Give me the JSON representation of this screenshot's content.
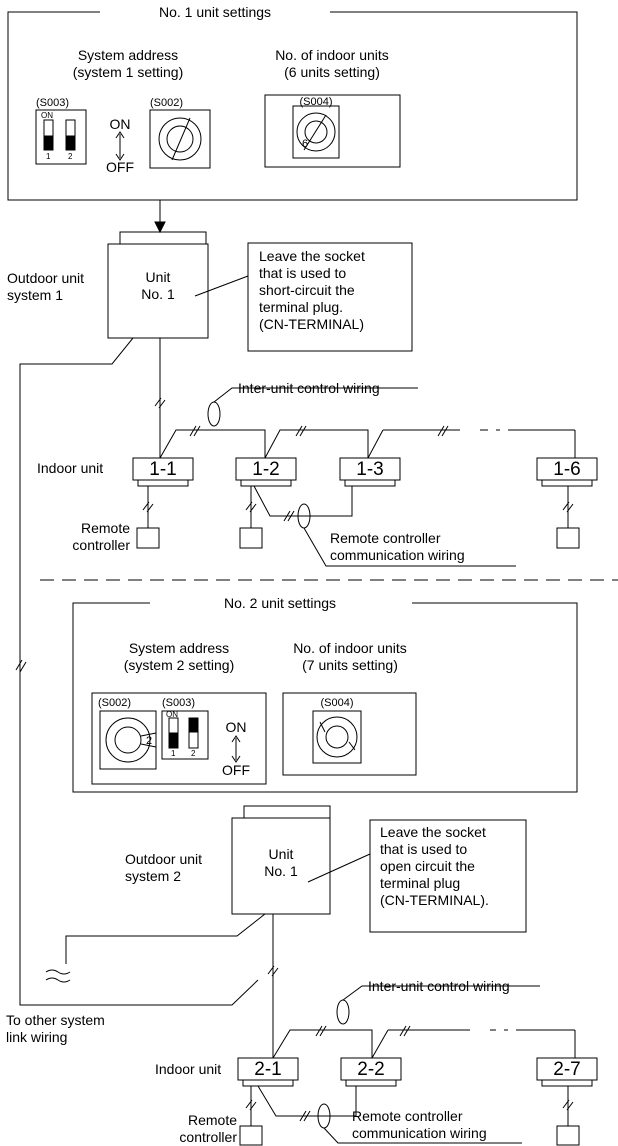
{
  "no1_settings": {
    "title": "No. 1 unit settings",
    "system_address": [
      "System address",
      "(system 1 setting)"
    ],
    "s003": "(S003)",
    "s002": "(S002)",
    "on": "ON",
    "off": "OFF",
    "sw_on": "ON",
    "sw_1": "1",
    "sw_2": "2",
    "indoor_count": [
      "No. of indoor units",
      "(6 units setting)"
    ],
    "s004": "(S004)",
    "dial_digit": "6"
  },
  "outdoor1": {
    "label": [
      "Outdoor unit",
      "system 1"
    ],
    "unit": [
      "Unit",
      "No. 1"
    ],
    "note": [
      "Leave the socket",
      "that is used to",
      "short-circuit the",
      "terminal plug.",
      "(CN-TERMINAL)"
    ]
  },
  "system1": {
    "inter_unit": "Inter-unit control wiring",
    "indoor_unit": "Indoor unit",
    "units": [
      "1-1",
      "1-2",
      "1-3",
      "1-6"
    ],
    "remote": [
      "Remote",
      "controller"
    ],
    "remote_comm": [
      "Remote controller",
      "communication wiring"
    ]
  },
  "no2_settings": {
    "title": "No. 2 unit settings",
    "system_address": [
      "System address",
      "(system 2 setting)"
    ],
    "s002": "(S002)",
    "s003": "(S003)",
    "on": "ON",
    "off": "OFF",
    "sw_on": "ON",
    "sw_1": "1",
    "sw_2": "2",
    "indoor_count": [
      "No. of indoor units",
      "(7 units setting)"
    ],
    "s004": "(S004)",
    "dial_digit": "2"
  },
  "outdoor2": {
    "label": [
      "Outdoor unit",
      "system 2"
    ],
    "unit": [
      "Unit",
      "No. 1"
    ],
    "note": [
      "Leave the socket",
      "that is used to",
      "open circuit the",
      "terminal plug",
      "(CN-TERMINAL)."
    ]
  },
  "system2": {
    "inter_unit": "Inter-unit control wiring",
    "indoor_unit": "Indoor unit",
    "units": [
      "2-1",
      "2-2",
      "2-7"
    ],
    "other_link": [
      "To other system",
      "link wiring"
    ],
    "remote": [
      "Remote",
      "controller"
    ],
    "remote_comm": [
      "Remote controller",
      "communication wiring"
    ]
  }
}
